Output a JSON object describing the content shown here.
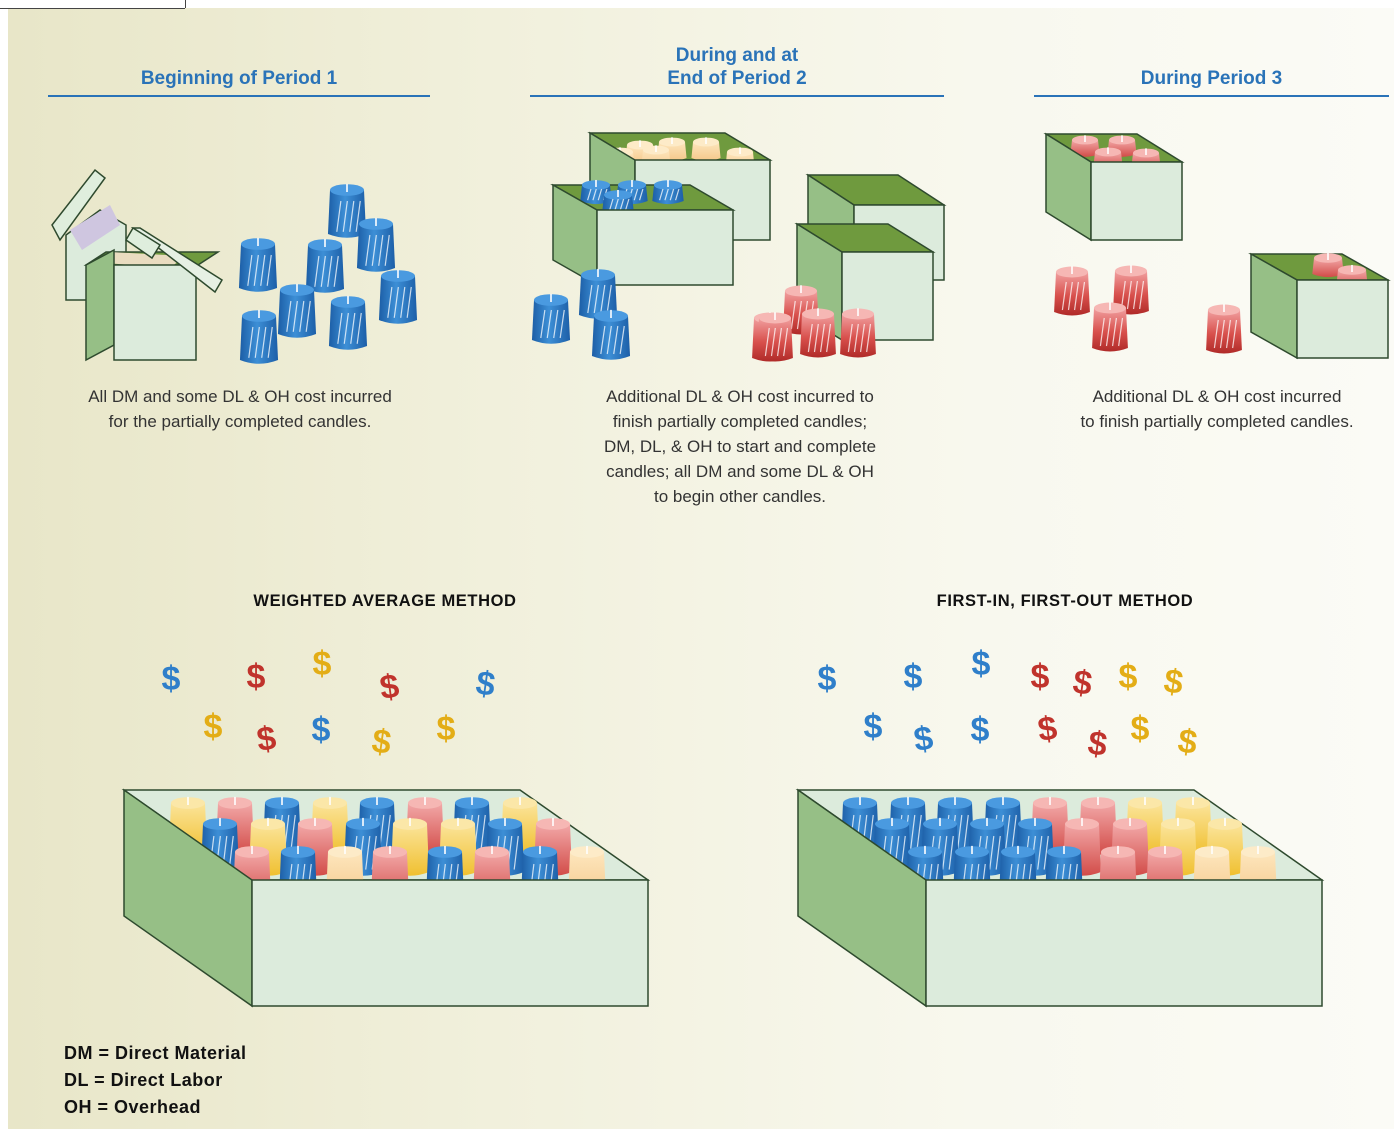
{
  "periods": [
    {
      "title": "Beginning of Period 1",
      "caption": [
        "All DM and some DL & OH cost incurred",
        "for the partially completed candles."
      ]
    },
    {
      "title": [
        "During and at",
        "End of Period 2"
      ],
      "caption": [
        "Additional DL & OH cost incurred to",
        "finish partially completed candles;",
        "DM, DL, & OH to start and complete",
        "candles; all DM and some DL & OH",
        "to begin other candles."
      ]
    },
    {
      "title": "During Period 3",
      "caption": [
        "Additional DL & OH cost incurred",
        "to finish partially completed candles."
      ]
    }
  ],
  "methods": [
    {
      "title": "WEIGHTED AVERAGE METHOD"
    },
    {
      "title": "FIRST-IN, FIRST-OUT METHOD"
    }
  ],
  "dollar_symbol": "$",
  "legend": [
    "DM = Direct Material",
    "DL = Direct Labor",
    "OH = Overhead"
  ],
  "colors": {
    "blue_candle": "#2f7fca",
    "red_candle": "#d14a4a",
    "yellow_candle": "#f0c030",
    "box_front": "#dcebdc",
    "box_side": "#96bf86",
    "title_blue": "#2a73b8",
    "dollar_blue": "#2f7fca",
    "dollar_red": "#c0332c",
    "dollar_yellow": "#e3ad16"
  }
}
